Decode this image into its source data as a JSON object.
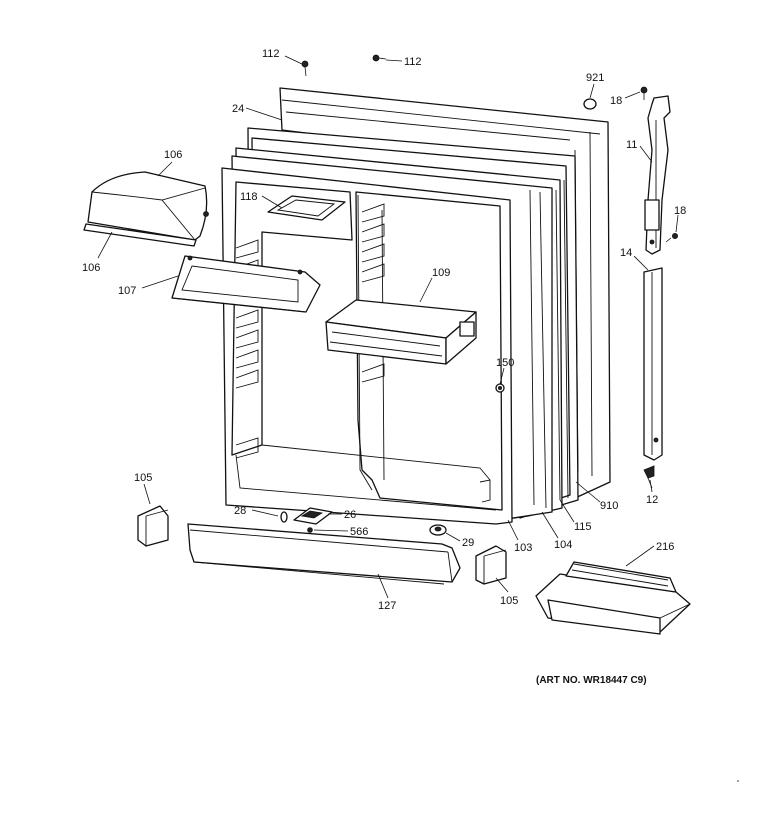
{
  "callouts": {
    "c112a": "112",
    "c112b": "112",
    "c921": "921",
    "c18a": "18",
    "c24": "24",
    "c11": "11",
    "c106a": "106",
    "c118": "118",
    "c18b": "18",
    "c14": "14",
    "c106b": "106",
    "c109": "109",
    "c107": "107",
    "c150": "150",
    "c910": "910",
    "c12": "12",
    "c105a": "105",
    "c28": "28",
    "c26": "26",
    "c566": "566",
    "c29": "29",
    "c103": "103",
    "c104": "104",
    "c115": "115",
    "c216": "216",
    "c127": "127",
    "c105b": "105"
  },
  "art_number": "(ART NO. WR18447 C9)"
}
